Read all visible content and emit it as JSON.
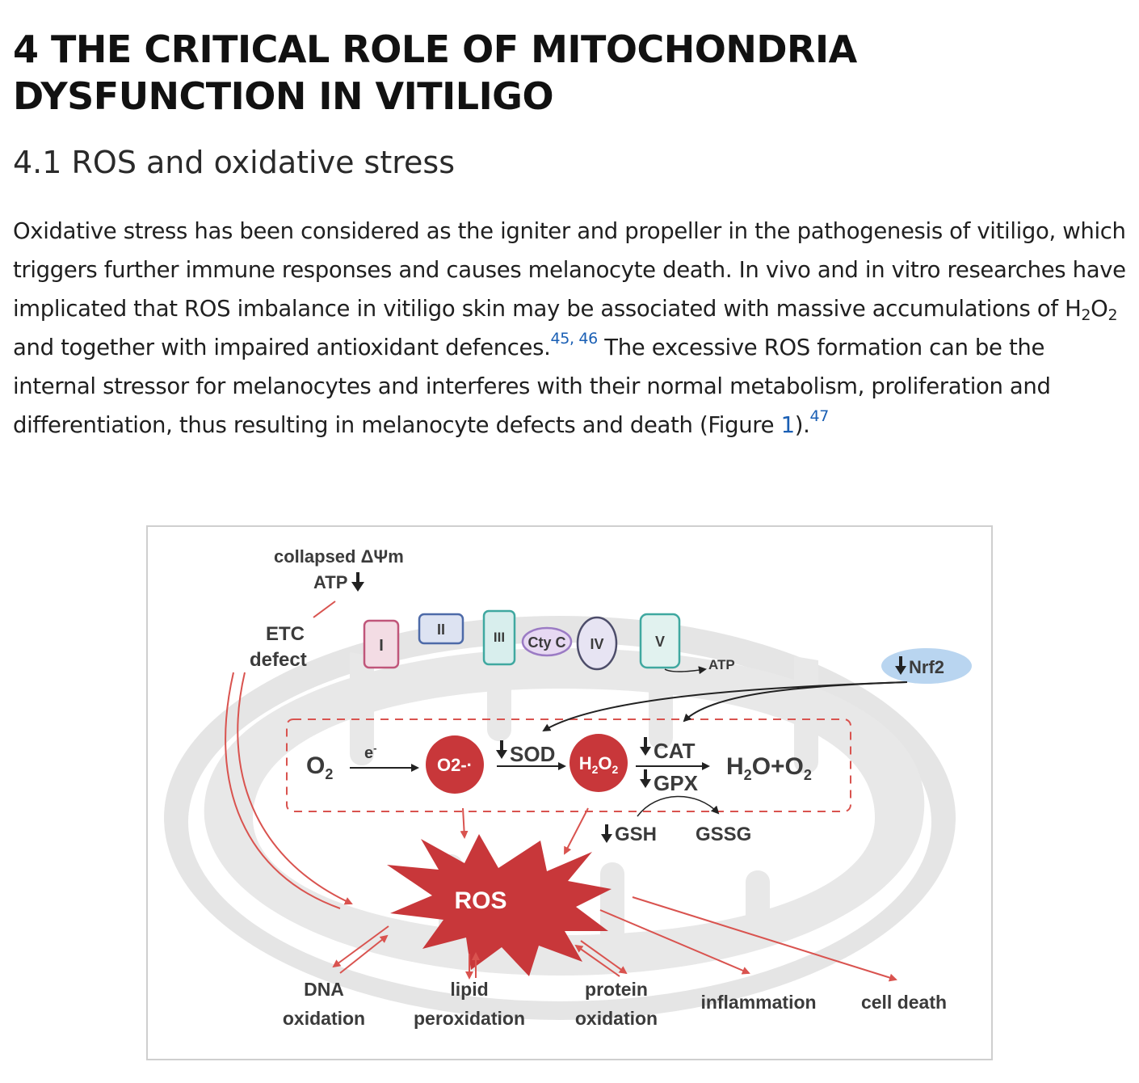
{
  "heading": "4 THE CRITICAL ROLE OF MITOCHONDRIA DYSFUNCTION IN VITILIGO",
  "subheading": "4.1 ROS and oxidative stress",
  "paragraph": {
    "t1": "Oxidative stress has been considered as the igniter and propeller in the pathogenesis of vitiligo, which triggers further immune responses and causes melanocyte death. In vivo and in vitro researches have implicated that ROS imbalance in vitiligo skin may be associated with massive accumulations of H",
    "sub1": "2",
    "t2": "O",
    "sub2": "2",
    "t3": " and together with impaired antioxidant defences.",
    "ref1": "45",
    "ref_sep": ", ",
    "ref2": "46",
    "t4": " The excessive ROS formation can be the internal stressor for melanocytes and interferes with their normal metabolism, proliferation and differentiation, thus resulting in melanocyte defects and death (Figure ",
    "fig_ref": "1",
    "t5": ").",
    "ref3": "47"
  },
  "figure": {
    "labels": {
      "collapsed": "collapsed ΔΨm",
      "atp_top": "ATP",
      "etc_line1": "ETC",
      "etc_line2": "defect",
      "complex_1": "I",
      "complex_2": "II",
      "complex_3": "III",
      "cyt_c": "Cty C",
      "complex_4": "IV",
      "complex_5": "V",
      "atp_out": "ATP",
      "nrf2": "Nrf2",
      "o2": "O",
      "o2_sub": "2",
      "electron": "e",
      "electron_sup": "-",
      "superoxide": "O2-·",
      "sod": "SOD",
      "h2o2_a": "H",
      "h2o2_sub1": "2",
      "h2o2_b": "O",
      "h2o2_sub2": "2",
      "cat": "CAT",
      "gpx": "GPX",
      "product_a": "H",
      "product_sub1": "2",
      "product_b": "O+O",
      "product_sub2": "2",
      "gsh": "GSH",
      "gssg": "GSSG",
      "ros": "ROS",
      "dna_1": "DNA",
      "dna_2": "oxidation",
      "lipid_1": "lipid",
      "lipid_2": "peroxidation",
      "protein_1": "protein",
      "protein_2": "oxidation",
      "inflammation": "inflammation",
      "cell_death": "cell death"
    },
    "colors": {
      "ros_red": "#c8373a",
      "arrow_red": "#d9534f",
      "mito_gray": "#e3e3e3",
      "complex_pink": "#c0567a",
      "complex_blue": "#4d6aa8",
      "complex_teal": "#3fa8a0",
      "complex_purple": "#9b7bc4",
      "nrf2_blue": "#b9d5f0"
    }
  }
}
